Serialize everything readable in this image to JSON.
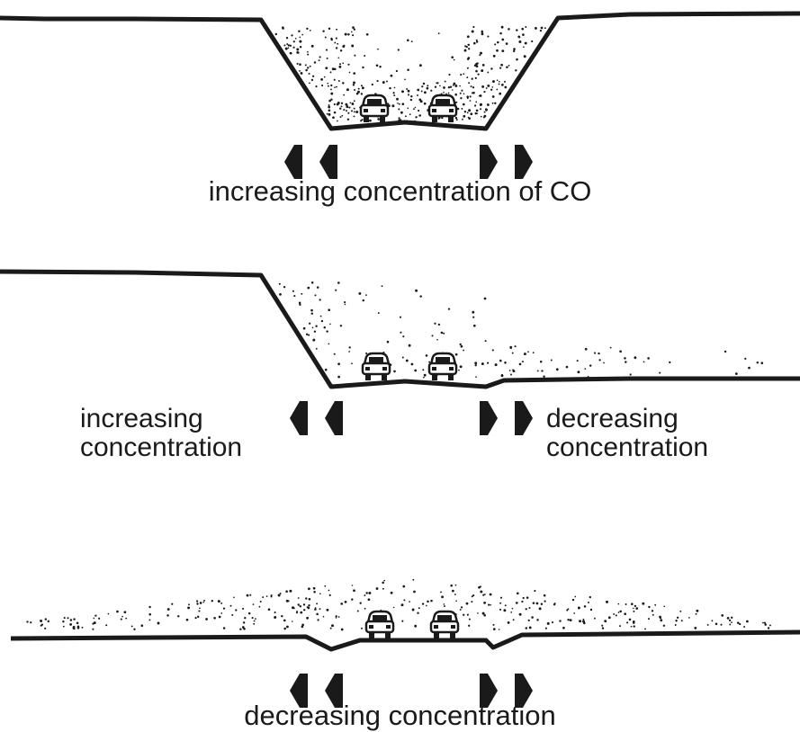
{
  "panels": [
    {
      "caption": "increasing concentration of CO"
    },
    {
      "left_caption": [
        "increasing",
        "concentration"
      ],
      "right_caption": [
        "decreasing",
        "concentration"
      ]
    },
    {
      "caption": "decreasing concentration"
    }
  ],
  "colors": {
    "ink": "#1a1a1a",
    "background": "#ffffff"
  }
}
